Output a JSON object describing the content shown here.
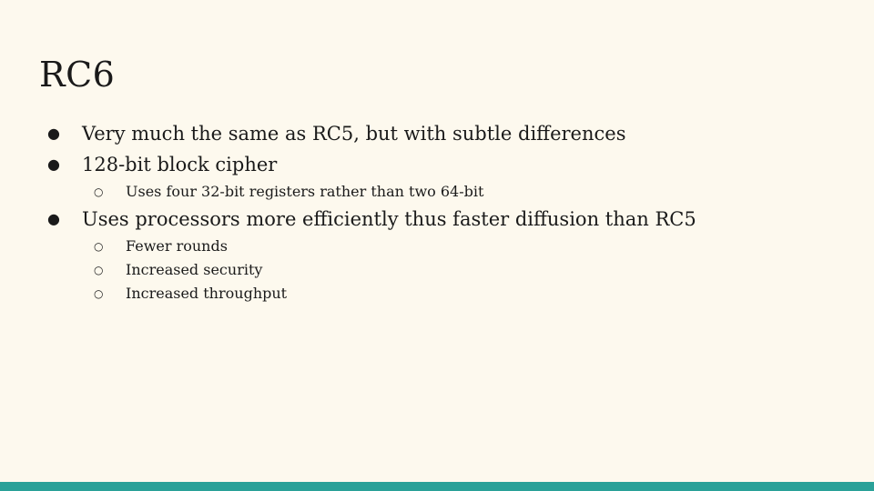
{
  "slide": {
    "title": "RC6",
    "bullets": [
      {
        "text": "Very much the same as RC5, but with subtle differences",
        "level": 1,
        "marker": "●"
      },
      {
        "text": "128-bit block cipher",
        "level": 1,
        "marker": "●"
      },
      {
        "text": "Uses four 32-bit registers rather than two 64-bit",
        "level": 2,
        "marker": "○"
      },
      {
        "text": "Uses processors more efficiently thus faster diffusion than RC5",
        "level": 1,
        "marker": "●"
      },
      {
        "text": "Fewer rounds",
        "level": 2,
        "marker": "○"
      },
      {
        "text": "Increased security",
        "level": 2,
        "marker": "○"
      },
      {
        "text": "Increased throughput",
        "level": 2,
        "marker": "○"
      }
    ]
  },
  "colors": {
    "background": "#fdf9ee",
    "text": "#1a1a1a",
    "accent_bar": "#2aa198"
  }
}
